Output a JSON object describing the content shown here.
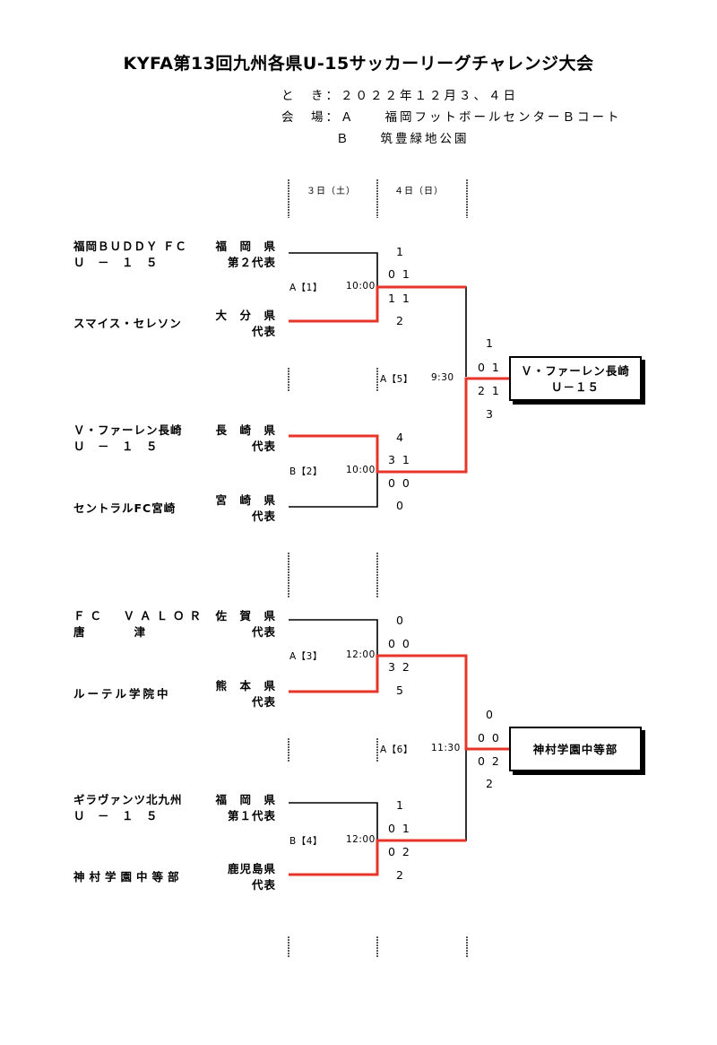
{
  "title": "KYFA第13回九州各県U-15サッカーリーグチャレンジ大会",
  "info": {
    "date_line": "と　き：２０２２年１２月３、４日",
    "venue_a": "会　場：Ａ　　福岡フットボールセンターＢコート",
    "venue_b": "Ｂ　　筑豊緑地公園"
  },
  "days": [
    "３日（土）",
    "４日（日）"
  ],
  "teams": [
    {
      "name1": "福岡ＢＵＤＤＹ ＦＣ",
      "name2": "Ｕ　－　１　５",
      "pref1": "福　岡　県",
      "pref2": "第２代表"
    },
    {
      "name1": "スマイス・セレソン",
      "name2": "",
      "pref1": "大　分　県",
      "pref2": "代表"
    },
    {
      "name1": "Ｖ・ファーレン長崎",
      "name2": "Ｕ　－　１　５",
      "pref1": "長　崎　県",
      "pref2": "代表"
    },
    {
      "name1": "セントラルFC宮崎",
      "name2": "",
      "pref1": "宮　崎　県",
      "pref2": "代表"
    },
    {
      "name1": "ＦＣ　ＶＡＬＯＲ",
      "name2": "唐　　　　津",
      "pref1": "佐　賀　県",
      "pref2": "代表"
    },
    {
      "name1": "ルーテル学院中",
      "name2": "",
      "pref1": "熊　本　県",
      "pref2": "代表"
    },
    {
      "name1": "ギラヴァンツ北九州",
      "name2": "Ｕ　－　１　５",
      "pref1": "福　岡　県",
      "pref2": "第１代表"
    },
    {
      "name1": "神村学園中等部",
      "name2": "",
      "pref1": "鹿児島県",
      "pref2": "代表"
    }
  ],
  "matches": [
    {
      "label": "A【1】",
      "time": "10:00",
      "s_top_total": "1",
      "s_top_halves": "0 1",
      "s_bot_halves": "1 1",
      "s_bot_total": "2"
    },
    {
      "label": "B【2】",
      "time": "10:00",
      "s_top_total": "4",
      "s_top_halves": "3 1",
      "s_bot_halves": "0 0",
      "s_bot_total": "0"
    },
    {
      "label": "A【3】",
      "time": "12:00",
      "s_top_total": "0",
      "s_top_halves": "0 0",
      "s_bot_halves": "3 2",
      "s_bot_total": "5"
    },
    {
      "label": "B【4】",
      "time": "12:00",
      "s_top_total": "1",
      "s_top_halves": "0 1",
      "s_bot_halves": "0 2",
      "s_bot_total": "2"
    },
    {
      "label": "A【5】",
      "time": "9:30",
      "s_top_total": "1",
      "s_top_halves": "0 1",
      "s_bot_halves": "2 1",
      "s_bot_total": "3"
    },
    {
      "label": "A【6】",
      "time": "11:30",
      "s_top_total": "0",
      "s_top_halves": "0 0",
      "s_bot_halves": "0 2",
      "s_bot_total": "2"
    }
  ],
  "winners": [
    {
      "line1": "Ｖ・ファーレン長崎",
      "line2": "Ｕ－１５"
    },
    {
      "line1": "神村学園中等部"
    }
  ],
  "colors": {
    "win_line": "#e8352a",
    "line": "#000000"
  }
}
